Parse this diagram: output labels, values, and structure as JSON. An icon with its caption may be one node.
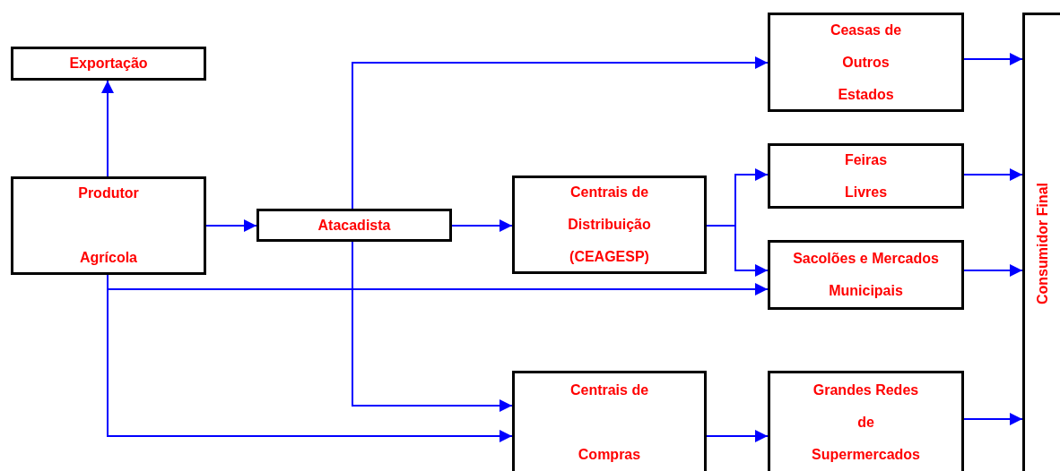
{
  "diagram": {
    "nodes": [
      {
        "text": [
          "Exportação"
        ]
      },
      {
        "text": [
          "Produtor Agrícola"
        ]
      },
      {
        "text": [
          "Atacadista"
        ]
      },
      {
        "text": [
          "Centrais de Distribuição (CEAGESP)"
        ]
      },
      {
        "text": [
          "Ceasas de Outros Estados"
        ]
      },
      {
        "text": [
          "Feiras Livres"
        ]
      },
      {
        "text": [
          "Sacolões e Mercados Municipais"
        ]
      },
      {
        "text": [
          "Centrais de Compras"
        ]
      },
      {
        "text": [
          "Grandes Redes de Supermercados"
        ]
      },
      {
        "text": [
          "Consumidor Final"
        ]
      }
    ],
    "edges": [
      {
        "from": 1,
        "to": 0,
        "arrow": "to"
      },
      {
        "from": 1,
        "to": 2,
        "arrow": "to"
      },
      {
        "from": 2,
        "to": 4,
        "arrow": "to"
      },
      {
        "from": 2,
        "to": 3,
        "arrow": "to"
      },
      {
        "from": 2,
        "to": 7,
        "arrow": "to"
      },
      {
        "from": 3,
        "to": 5,
        "arrow": "to"
      },
      {
        "from": 3,
        "to": 6,
        "arrow": "to"
      },
      {
        "from": 1,
        "to": 6,
        "arrow": "to"
      },
      {
        "from": 1,
        "to": 7,
        "arrow": "to"
      },
      {
        "from": 7,
        "to": 8,
        "arrow": "to"
      },
      {
        "from": 4,
        "to": 9,
        "arrow": "to"
      },
      {
        "from": 5,
        "to": 9,
        "arrow": "to"
      },
      {
        "from": 6,
        "to": 9,
        "arrow": "to"
      },
      {
        "from": 8,
        "to": 9,
        "arrow": "to"
      }
    ]
  }
}
